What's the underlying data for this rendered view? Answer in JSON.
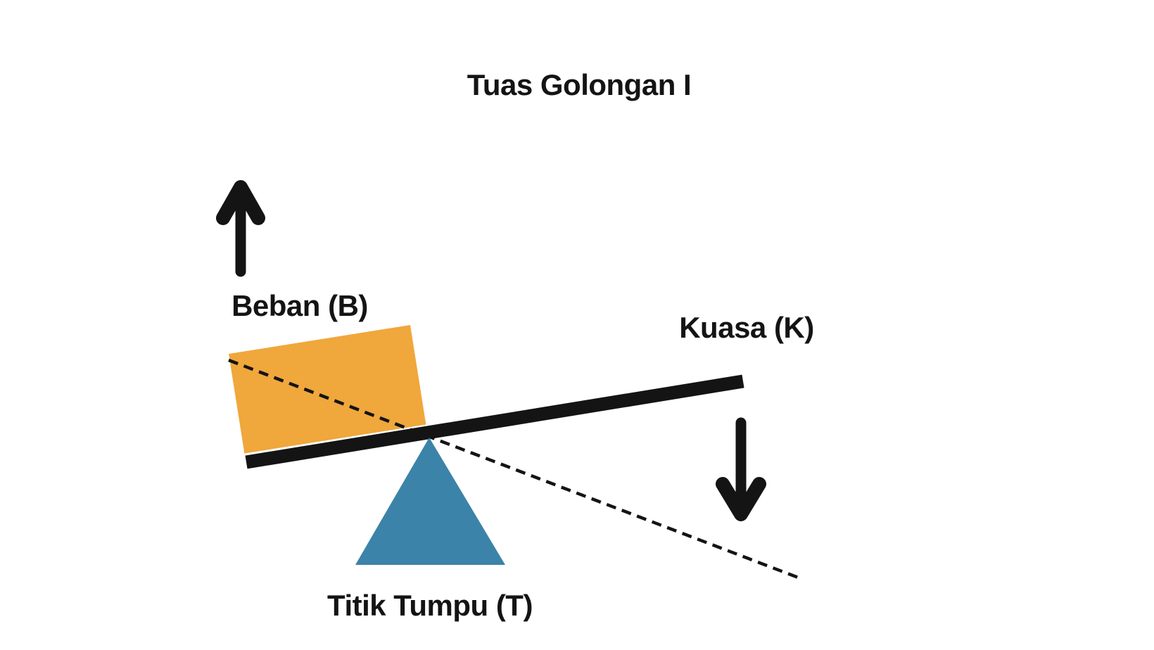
{
  "diagram": {
    "title": "Tuas Golongan I",
    "background_color": "#ffffff",
    "ink_color": "#141414",
    "load": {
      "label": "Beban (B)",
      "box_color": "#f0a73c",
      "arrow_icon": "up-arrow",
      "arrow_direction": "up"
    },
    "effort": {
      "label": "Kuasa (K)",
      "arrow_icon": "down-arrow",
      "arrow_direction": "down"
    },
    "fulcrum": {
      "label": "Titik Tumpu (T)",
      "triangle_color": "#3b83a8"
    }
  }
}
